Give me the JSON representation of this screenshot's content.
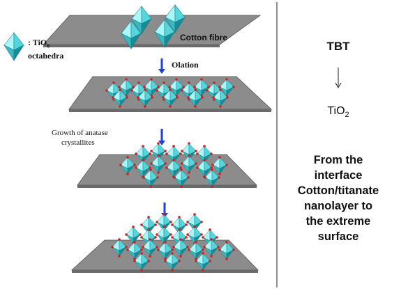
{
  "legend": {
    "label_prefix": ": TiO",
    "label_subscript": "6",
    "label_line2": "octahedra",
    "icon": "cyan-octahedron-icon"
  },
  "left_panel": {
    "cotton_label": "Cotton fibre",
    "olation_label": "Olation",
    "growth_label_line1": "Growth of anatase",
    "growth_label_line2": "crystallites"
  },
  "right_panel": {
    "tbt_label": "TBT",
    "tio2_label": "TiO",
    "tio2_subscript": "2",
    "description_lines": [
      "From the",
      "interface",
      "Cotton/titanate",
      "nanolayer to",
      "the extreme",
      "surface"
    ]
  },
  "colors": {
    "plate": "#8c8c8c",
    "octahedron_light": "#7ff0f0",
    "octahedron_dark": "#1a9aa6",
    "arrow_blue": "#1f3fd6",
    "oxygen_red": "#cc2222"
  }
}
